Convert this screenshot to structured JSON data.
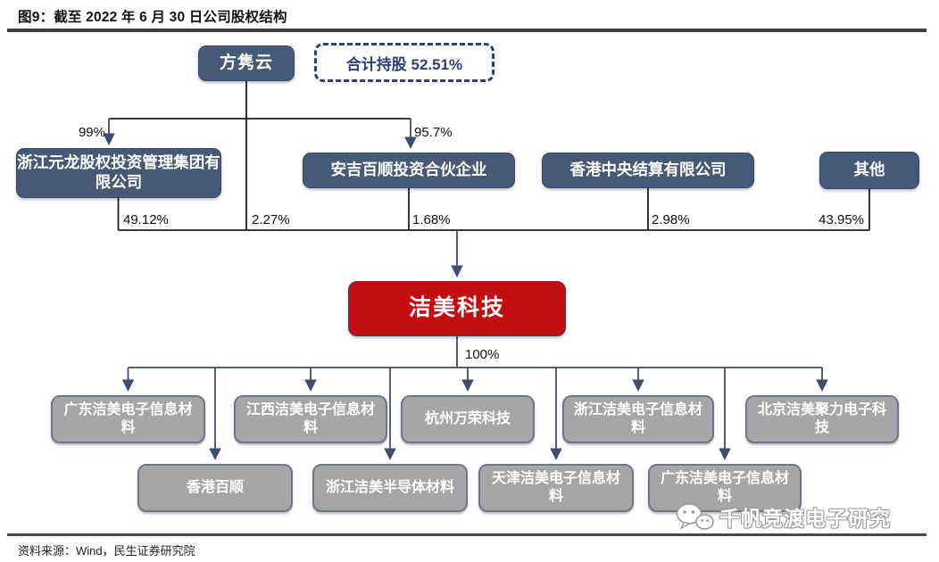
{
  "header": {
    "title": "图9：截至 2022 年 6 月 30 日公司股权结构"
  },
  "diagram": {
    "root": {
      "label": "方隽云"
    },
    "total_note": "合计持股 52.51%",
    "direct_holding_pct": "2.27%",
    "shareholders": [
      {
        "name": "浙江元龙股权投资管理集团有限公司",
        "from_root_pct": "99%",
        "holding_pct": "49.12%"
      },
      {
        "name": "安吉百顺投资合伙企业",
        "from_root_pct": "95.7%",
        "holding_pct": "1.68%"
      },
      {
        "name": "香港中央结算有限公司",
        "holding_pct": "2.98%"
      },
      {
        "name": "其他",
        "holding_pct": "43.95%"
      }
    ],
    "company": {
      "name": "洁美科技",
      "subsidiary_pct": "100%"
    },
    "subsidiaries_row1": [
      {
        "name": "广东洁美电子信息材料"
      },
      {
        "name": "江西洁美电子信息材料"
      },
      {
        "name": "杭州万荣科技"
      },
      {
        "name": "浙江洁美电子信息材料"
      },
      {
        "name": "北京洁美聚力电子科技"
      }
    ],
    "subsidiaries_row2": [
      {
        "name": "香港百顺"
      },
      {
        "name": "浙江洁美半导体材料"
      },
      {
        "name": "天津洁美电子信息材料"
      },
      {
        "name": "广东洁美电子信息材料"
      }
    ]
  },
  "watermark": {
    "text": "千帆竞渡电子研究",
    "icon": "wechat-icon"
  },
  "footer": {
    "source": "资料来源：Wind，民生证券研究院"
  },
  "colors": {
    "navy": "#2F4074",
    "box_navy": "#485877",
    "line_navy": "#3F4E6E",
    "red": "#C30D12",
    "gray_fill": "#A6A6A6",
    "gray_border": "#6F7789",
    "rule": "#3D3D3D"
  }
}
